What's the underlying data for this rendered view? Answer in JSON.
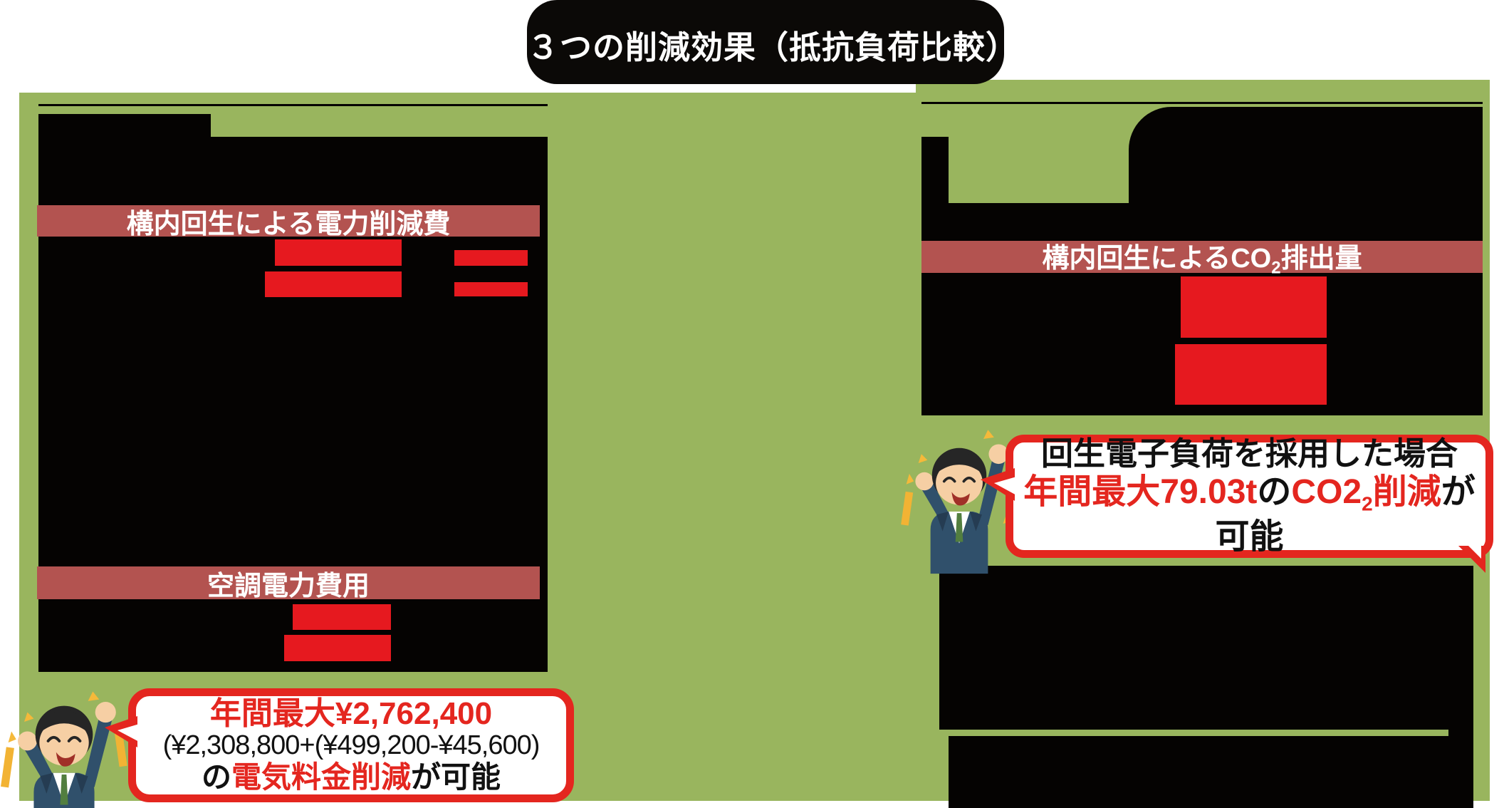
{
  "title": "３つの削減効果（抵抗負荷比較）",
  "colors": {
    "panel_green": "#99b55e",
    "chart_black": "#050302",
    "banner_brick_red": "#b35350",
    "bar_red": "#e6191f",
    "bubble_border_red": "#e4261f",
    "title_card_black": "#0b0907"
  },
  "left_section": {
    "banner_top": "構内回生による電力削減費",
    "banner_bottom": "空調電力費用",
    "bubble": {
      "line1": "年間最大¥2,762,400",
      "line2": "(¥2,308,800+(¥499,200-¥45,600)",
      "line3_prefix": "の",
      "line3_red": "電気料金削減",
      "line3_suffix": "が可能"
    }
  },
  "right_section": {
    "banner": {
      "prefix": "構内回生によるCO",
      "subscript": "2",
      "suffix": "排出量"
    },
    "bubble": {
      "line1": "回生電子負荷を採用した場合",
      "line2_red1": "年間最大79.03t",
      "line2_black1": "の",
      "line2_red2_a": "CO2",
      "line2_subscript": "2",
      "line2_red2_b": "削減",
      "line2_black2": "が可能"
    }
  }
}
